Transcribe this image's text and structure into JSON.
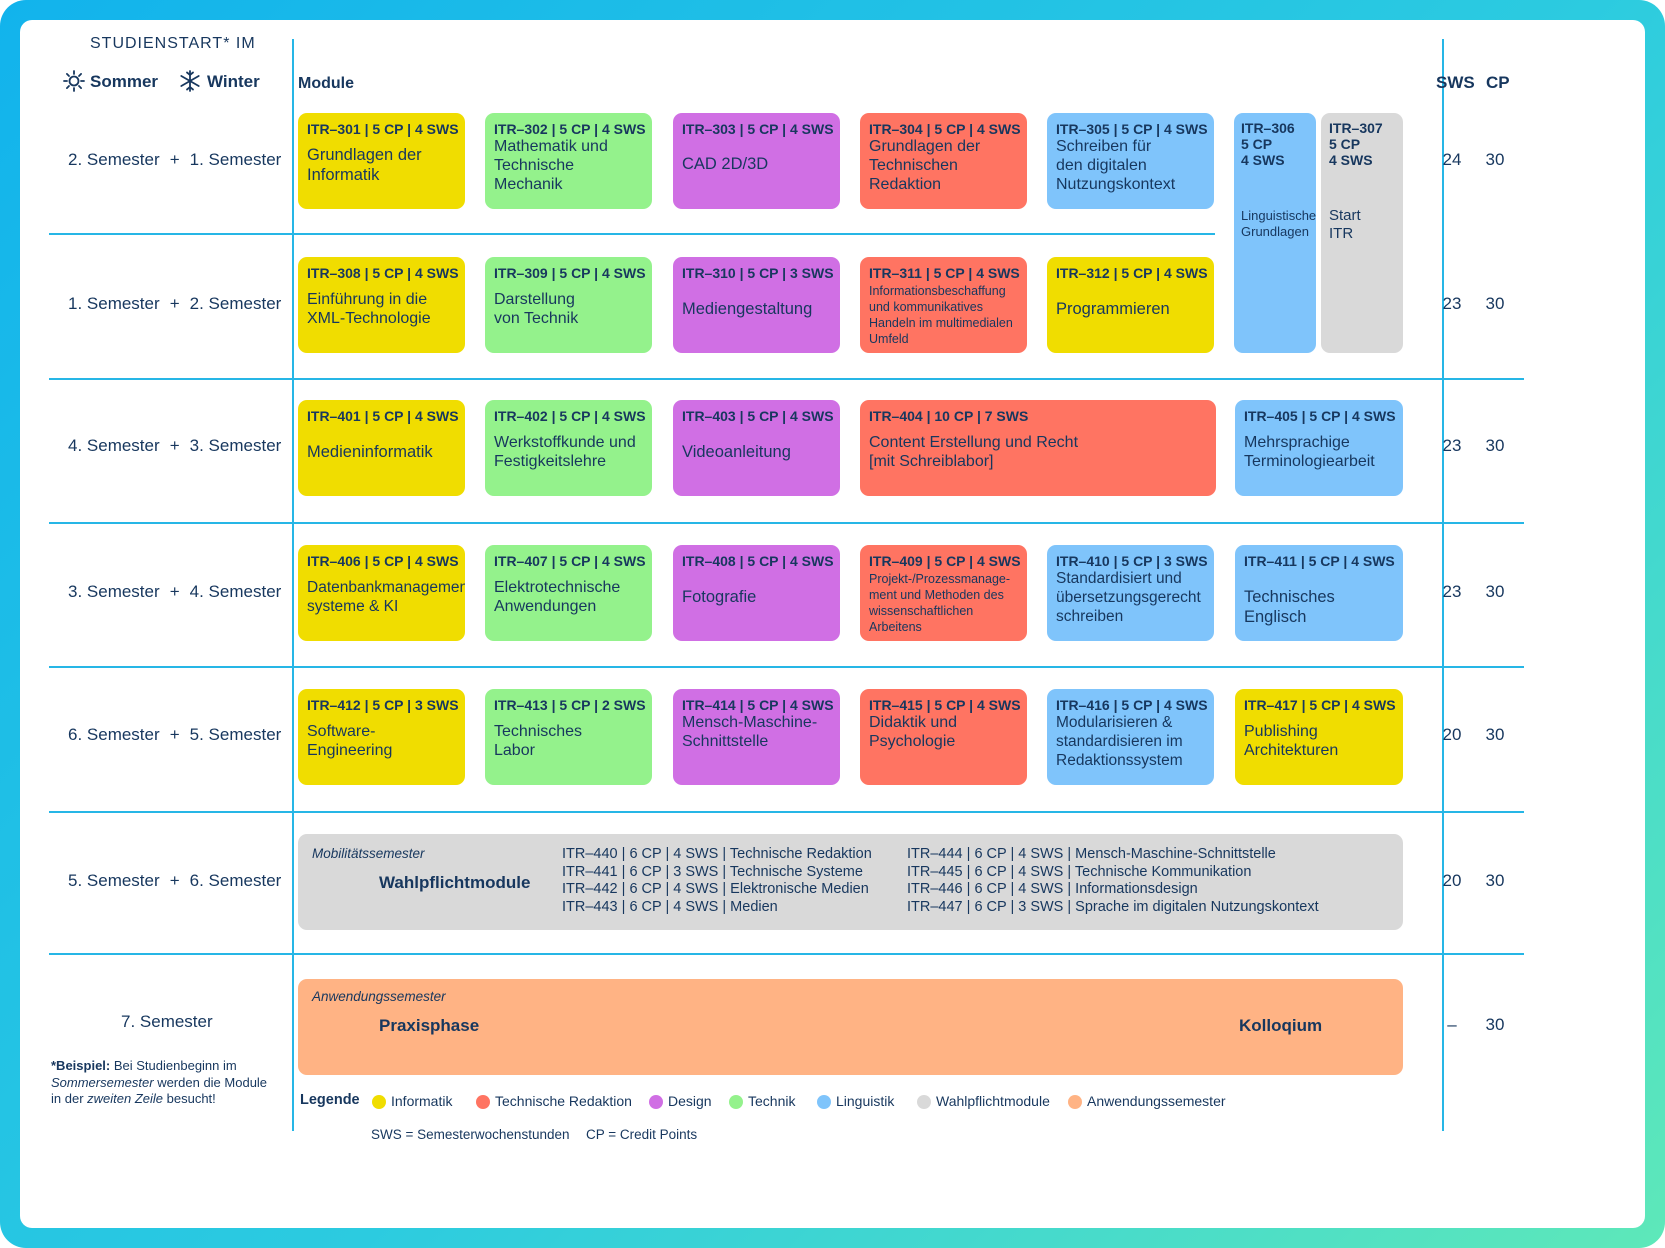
{
  "header": {
    "studienstart": "STUDIENSTART* IM",
    "sommer": "Sommer",
    "winter": "Winter",
    "module": "Module",
    "sws": "SWS",
    "cp": "CP"
  },
  "rows": [
    {
      "left": "2. Semester",
      "plus": "+",
      "right": "1. Semester",
      "sws": "24",
      "cp": "30"
    },
    {
      "left": "1. Semester",
      "plus": "+",
      "right": "2. Semester",
      "sws": "23",
      "cp": "30"
    },
    {
      "left": "4. Semester",
      "plus": "+",
      "right": "3. Semester",
      "sws": "23",
      "cp": "30"
    },
    {
      "left": "3. Semester",
      "plus": "+",
      "right": "4. Semester",
      "sws": "23",
      "cp": "30"
    },
    {
      "left": "6. Semester",
      "plus": "+",
      "right": "5. Semester",
      "sws": "20",
      "cp": "30"
    },
    {
      "left": "5. Semester",
      "plus": "+",
      "right": "6. Semester",
      "sws": "20",
      "cp": "30"
    },
    {
      "left": "7. Semester",
      "sws": "–",
      "cp": "30"
    }
  ],
  "modules": {
    "m301": {
      "code": "ITR–301 | 5 CP | 4 SWS",
      "title": "Grundlagen der\nInformatik"
    },
    "m302": {
      "code": "ITR–302 | 5 CP | 4 SWS",
      "title": "Mathematik und\nTechnische\nMechanik"
    },
    "m303": {
      "code": "ITR–303 | 5 CP | 4 SWS",
      "title": "CAD 2D/3D"
    },
    "m304": {
      "code": "ITR–304 | 5 CP | 4 SWS",
      "title": "Grundlagen der\nTechnischen\nRedaktion"
    },
    "m305": {
      "code": "ITR–305 | 5 CP | 4 SWS",
      "title": "Schreiben für\nden digitalen\nNutzungskontext"
    },
    "m306": {
      "code": "ITR–306\n5 CP\n4 SWS",
      "title": "Linguistische\nGrundlagen"
    },
    "m307": {
      "code": "ITR–307\n5 CP\n4 SWS",
      "title": "Start\nITR"
    },
    "m308": {
      "code": "ITR–308 | 5 CP | 4 SWS",
      "title": "Einführung in die\nXML-Technologie"
    },
    "m309": {
      "code": "ITR–309 | 5 CP | 4 SWS",
      "title": "Darstellung\nvon Technik"
    },
    "m310": {
      "code": "ITR–310 | 5 CP | 3 SWS",
      "title": "Mediengestaltung"
    },
    "m311": {
      "code": "ITR–311 | 5 CP | 4 SWS",
      "title": "Informationsbeschaffung\nund kommunikatives\nHandeln im multimedialen\nUmfeld"
    },
    "m312": {
      "code": "ITR–312 | 5 CP | 4 SWS",
      "title": "Programmieren"
    },
    "m401": {
      "code": "ITR–401 | 5 CP | 4 SWS",
      "title": "Medieninformatik"
    },
    "m402": {
      "code": "ITR–402 | 5 CP | 4 SWS",
      "title": "Werkstoffkunde und\nFestigkeitslehre"
    },
    "m403": {
      "code": "ITR–403 | 5 CP | 4 SWS",
      "title": "Videoanleitung"
    },
    "m404": {
      "code": "ITR–404 | 10 CP | 7 SWS",
      "title": "Content Erstellung und Recht\n[mit Schreiblabor]"
    },
    "m405": {
      "code": "ITR–405 | 5 CP | 4 SWS",
      "title": "Mehrsprachige\nTerminologiearbeit"
    },
    "m406": {
      "code": "ITR–406 | 5 CP | 4 SWS",
      "title": "Datenbankmanagement-\nsysteme & KI"
    },
    "m407": {
      "code": "ITR–407 | 5 CP | 4 SWS",
      "title": "Elektrotechnische\nAnwendungen"
    },
    "m408": {
      "code": "ITR–408 | 5 CP | 4 SWS",
      "title": "Fotografie"
    },
    "m409": {
      "code": "ITR–409 | 5 CP | 4 SWS",
      "title": "Projekt-/Prozessmanage-\nment und Methoden des\nwissenschaftlichen\nArbeitens"
    },
    "m410": {
      "code": "ITR–410 | 5 CP | 3 SWS",
      "title": "Standardisiert und\nübersetzungsgerecht\nschreiben"
    },
    "m411": {
      "code": "ITR–411 | 5 CP | 4 SWS",
      "title": "Technisches Englisch"
    },
    "m412": {
      "code": "ITR–412 | 5 CP | 3 SWS",
      "title": "Software-\nEngineering"
    },
    "m413": {
      "code": "ITR–413 | 5 CP | 2 SWS",
      "title": "Technisches\nLabor"
    },
    "m414": {
      "code": "ITR–414 | 5 CP | 4 SWS",
      "title": "Mensch-Maschine-\nSchnittstelle"
    },
    "m415": {
      "code": "ITR–415 | 5 CP | 4 SWS",
      "title": "Didaktik und\nPsychologie"
    },
    "m416": {
      "code": "ITR–416 | 5 CP | 4 SWS",
      "title": "Modularisieren &\nstandardisieren im\nRedaktionssystem"
    },
    "m417": {
      "code": "ITR–417 | 5 CP | 4 SWS",
      "title": "Publishing\nArchitekturen"
    }
  },
  "wahlpflicht": {
    "label": "Mobilitätssemester",
    "title": "Wahlpflichtmodule",
    "col1": [
      "ITR–440 | 6 CP | 4 SWS | Technische Redaktion",
      "ITR–441 | 6 CP | 3 SWS | Technische Systeme",
      "ITR–442 | 6 CP | 4 SWS | Elektronische Medien",
      "ITR–443 | 6 CP | 4 SWS | Medien"
    ],
    "col2": [
      "ITR–444 | 6 CP | 4 SWS | Mensch-Maschine-Schnittstelle",
      "ITR–445 | 6 CP | 4 SWS | Technische Kommunikation",
      "ITR–446 | 6 CP | 4 SWS | Informationsdesign",
      "ITR–447 | 6 CP | 3 SWS | Sprache im digitalen Nutzungskontext"
    ]
  },
  "anwendung": {
    "label": "Anwendungssemester",
    "praxis": "Praxisphase",
    "kolloq": "Kolloqium"
  },
  "footnote": {
    "bold": "*Beispiel:",
    "t1": " Bei Studienbeginn im ",
    "i1": "Sommersemester",
    "t2": " werden die Module in der ",
    "i2": "zweiten Zeile",
    "t3": " besucht!"
  },
  "legend": {
    "title": "Legende",
    "items": [
      {
        "label": "Informatik",
        "color": "#f0dd00"
      },
      {
        "label": "Technische Redaktion",
        "color": "#ff7462"
      },
      {
        "label": "Design",
        "color": "#d06fe4"
      },
      {
        "label": "Technik",
        "color": "#94f28c"
      },
      {
        "label": "Linguistik",
        "color": "#7fc4fb"
      },
      {
        "label": "Wahlpflichtmodule",
        "color": "#d9d9d9"
      },
      {
        "label": "Anwendungssemester",
        "color": "#ffb384"
      }
    ]
  },
  "abbrev": {
    "sws": "SWS = Semesterwochenstunden",
    "cp": "CP = Credit Points"
  }
}
